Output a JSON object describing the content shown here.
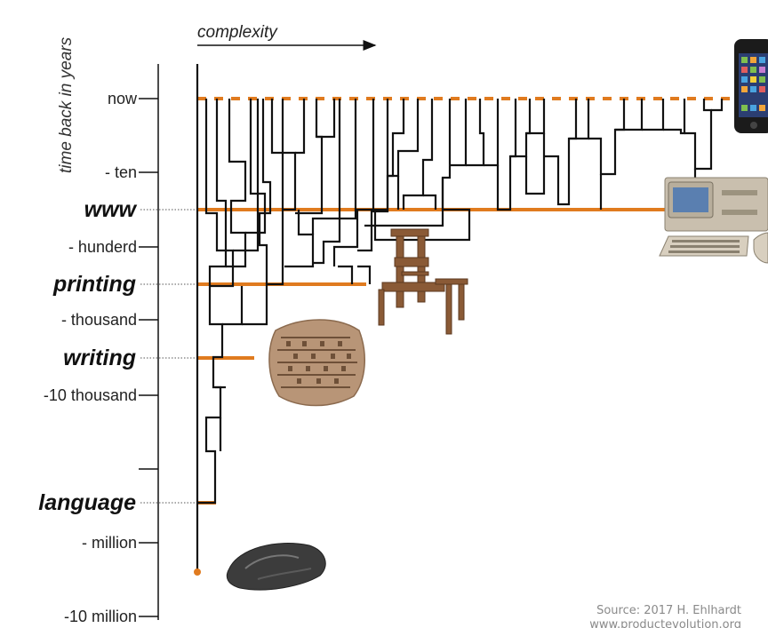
{
  "figure": {
    "y_axis_title": "time back in years",
    "x_axis_title": "complexity",
    "time_ticks": [
      {
        "label": "now",
        "milestone": false
      },
      {
        "label": "- ten",
        "milestone": false
      },
      {
        "label": "www",
        "milestone": true
      },
      {
        "label": "- hunderd",
        "milestone": false
      },
      {
        "label": "printing",
        "milestone": true
      },
      {
        "label": "- thousand",
        "milestone": false
      },
      {
        "label": "writing",
        "milestone": true
      },
      {
        "label": "-10 thousand",
        "milestone": false
      },
      {
        "label": "",
        "milestone": false
      },
      {
        "label": "language",
        "milestone": true
      },
      {
        "label": "- million",
        "milestone": false
      },
      {
        "label": "-10 million",
        "milestone": false
      }
    ],
    "illustrations": [
      "smartphone",
      "personal-computer",
      "printing-press",
      "clay-tablet",
      "stone-hand-axe"
    ],
    "colors": {
      "tree": "#111111",
      "milestone": "#e07b1f",
      "axis": "#111111"
    },
    "source_line1": "Source: 2017 H. Ehlhardt",
    "source_line2": "www.productevolution.org"
  }
}
